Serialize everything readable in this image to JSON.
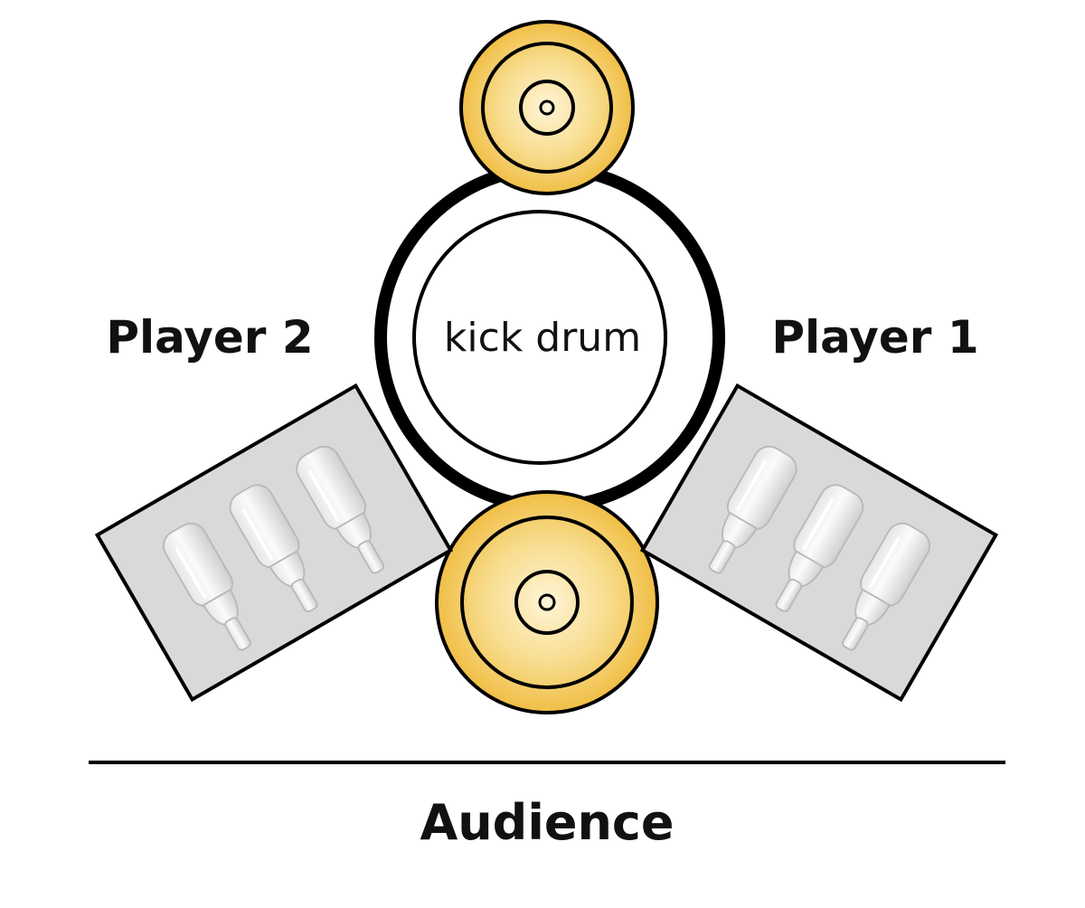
{
  "labels": {
    "player_left": "Player 2",
    "player_right": "Player 1",
    "center": "kick drum",
    "bottom": "Audience"
  },
  "colors": {
    "cymbal_gold": "#f2c24d",
    "cymbal_center": "#fff4d6",
    "tray_fill": "#d9d9d9",
    "stroke": "#000000",
    "bottle": "#f4f4f4"
  },
  "icons": {
    "cymbal": "cymbal-icon",
    "bottle": "bottle-icon",
    "drum": "kick-drum-icon"
  }
}
